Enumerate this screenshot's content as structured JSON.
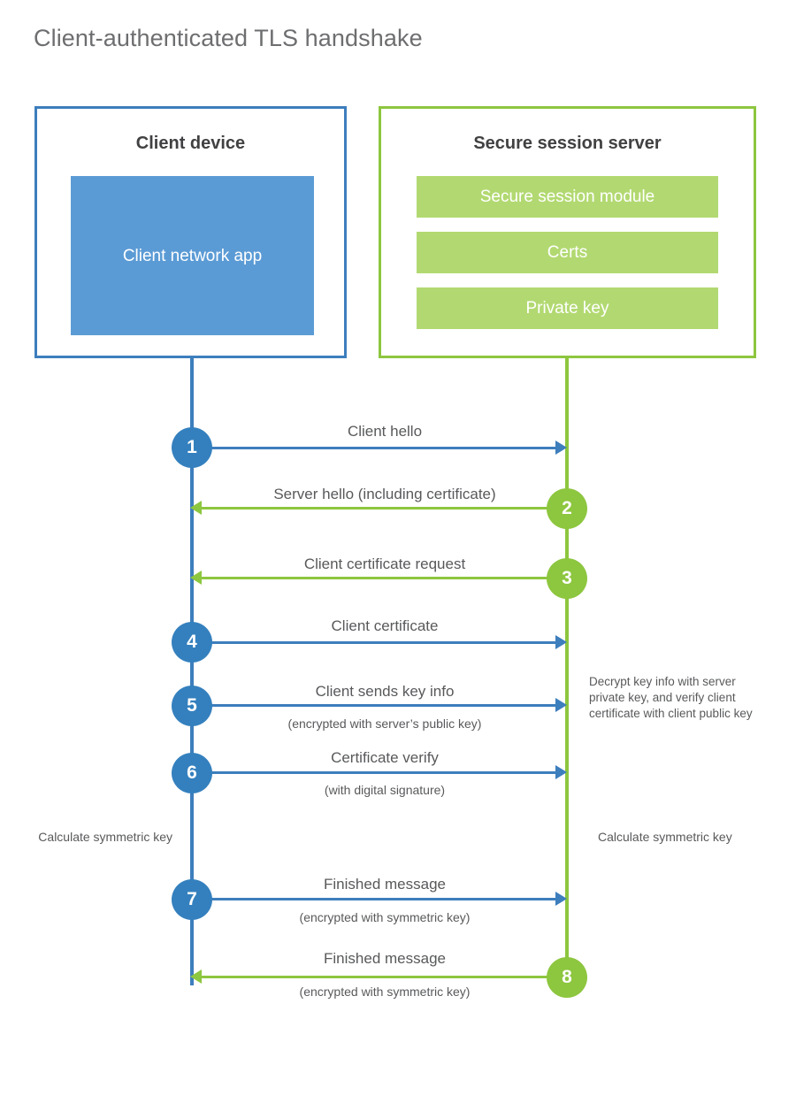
{
  "title": "Client-authenticated TLS handshake",
  "colors": {
    "client_blue": "#3d7ebd",
    "client_app_fill": "#5b9bd5",
    "server_green": "#8dc63f",
    "server_bar_fill": "#b2d971",
    "circle_blue": "#3480be",
    "text_gray": "#58595b",
    "title_gray": "#6d6e70"
  },
  "client": {
    "title": "Client device",
    "app_label": "Client network app"
  },
  "server": {
    "title": "Secure session server",
    "bars": [
      {
        "label": "Secure session module"
      },
      {
        "label": "Certs"
      },
      {
        "label": "Private key"
      }
    ]
  },
  "steps": [
    {
      "number": "1",
      "label": "Client hello",
      "sublabel": "",
      "direction": "right",
      "color": "blue",
      "origin": "client"
    },
    {
      "number": "2",
      "label": "Server hello (including certificate)",
      "sublabel": "",
      "direction": "left",
      "color": "green",
      "origin": "server"
    },
    {
      "number": "3",
      "label": "Client certificate request",
      "sublabel": "",
      "direction": "left",
      "color": "green",
      "origin": "server"
    },
    {
      "number": "4",
      "label": "Client certificate",
      "sublabel": "",
      "direction": "right",
      "color": "blue",
      "origin": "client"
    },
    {
      "number": "5",
      "label": "Client sends key info",
      "sublabel": "(encrypted with server’s public key)",
      "direction": "right",
      "color": "blue",
      "origin": "client"
    },
    {
      "number": "6",
      "label": "Certificate verify",
      "sublabel": "(with digital signature)",
      "direction": "right",
      "color": "blue",
      "origin": "client"
    },
    {
      "number": "7",
      "label": "Finished message",
      "sublabel": "(encrypted with symmetric key)",
      "direction": "right",
      "color": "blue",
      "origin": "client"
    },
    {
      "number": "8",
      "label": "Finished message",
      "sublabel": "(encrypted with symmetric key)",
      "direction": "left",
      "color": "green",
      "origin": "server"
    }
  ],
  "notes": {
    "decrypt": "Decrypt key info with server private key, and verify client certificate with client public key",
    "calculate_left": "Calculate symmetric key",
    "calculate_right": "Calculate symmetric key"
  }
}
